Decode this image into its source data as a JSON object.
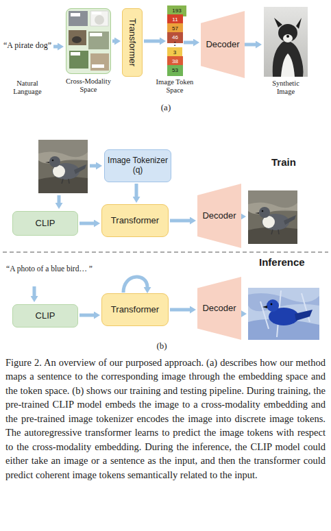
{
  "diagram": {
    "caption": "Figure 2. An overview of our purposed approach. (a) describes how our method maps a sentence to the corresponding image through the embedding space and the token space. (b) shows our training and testing pipeline. During training, the pre-trained CLIP model embeds the image to a cross-modality embedding and the pre-trained image tokenizer encodes the image into discrete image tokens. The autoregressive transformer learns to predict the image tokens with respect to the cross-modality embedding. During the inference, the CLIP model could either take an image or a sentence as the input, and then the transformer could predict coherent image tokens semantically related to the input.",
    "nodes": [
      {
        "text": [
          "Cross-Modality Space"
        ]
      },
      {
        "text": [
          "Transformer"
        ]
      },
      {
        "text": [
          "Image Token Space"
        ]
      },
      {
        "text": [
          "193"
        ],
        "in": 2
      },
      {
        "text": [
          "11"
        ],
        "in": 2
      },
      {
        "text": [
          "57"
        ],
        "in": 2
      },
      {
        "text": [
          "46"
        ],
        "in": 2
      },
      {
        "text": [
          "3"
        ],
        "in": 2
      },
      {
        "text": [
          "38"
        ],
        "in": 2
      },
      {
        "text": [
          "53"
        ],
        "in": 2
      },
      {
        "text": [
          "Decoder"
        ]
      },
      {
        "text": [
          "Image Tokenizer (q)"
        ]
      },
      {
        "text": [
          "CLIP"
        ]
      },
      {
        "text": [
          "Transformer"
        ]
      },
      {
        "text": [
          "Decoder"
        ]
      },
      {
        "text": [
          "CLIP"
        ]
      },
      {
        "text": [
          "Transformer"
        ]
      },
      {
        "text": [
          "Decoder"
        ]
      }
    ],
    "edges": [
      {
        "from": 0,
        "to": 1,
        "arrow": "to"
      },
      {
        "from": 1,
        "to": 2,
        "arrow": "to"
      },
      {
        "from": 2,
        "to": 10,
        "arrow": "to"
      },
      {
        "from": 11,
        "to": 13,
        "arrow": "to"
      },
      {
        "from": 12,
        "to": 13,
        "arrow": "to"
      },
      {
        "from": 13,
        "to": 14,
        "arrow": "to"
      },
      {
        "from": 15,
        "to": 16,
        "arrow": "to"
      },
      {
        "from": 16,
        "to": 17,
        "arrow": "to"
      }
    ],
    "labels": [
      "“A pirate dog”",
      "Natural Language",
      ":",
      "Synthetic Image",
      "(a)",
      "Train",
      "Inference",
      "“A photo of a blue bird… ”",
      "(b)"
    ]
  }
}
